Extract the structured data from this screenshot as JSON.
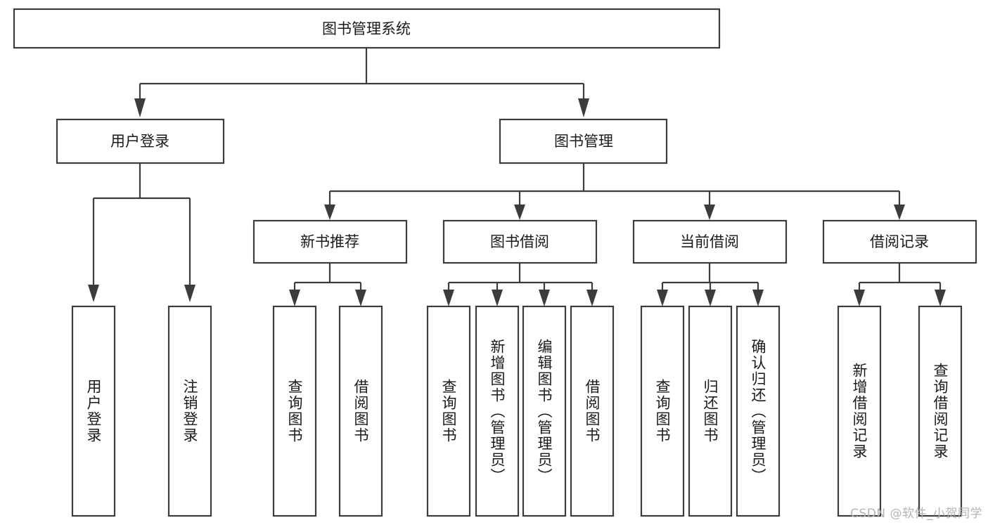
{
  "diagram": {
    "title": "图书管理系统",
    "watermark": "CSDN @软件_小贺同学",
    "line_color": "#3c3c3c",
    "box_fill": "#ffffff",
    "text_color": "#1a1a1a",
    "root": {
      "label": "图书管理系统"
    },
    "level1": [
      {
        "label": "用户登录"
      },
      {
        "label": "图书管理"
      }
    ],
    "level2": [
      {
        "label": "新书推荐"
      },
      {
        "label": "图书借阅"
      },
      {
        "label": "当前借阅"
      },
      {
        "label": "借阅记录"
      }
    ],
    "leaves": {
      "user_login": [
        {
          "label": "用户登录"
        },
        {
          "label": "注销登录"
        }
      ],
      "new_book_recommend": [
        {
          "label": "查询图书"
        },
        {
          "label": "借阅图书"
        }
      ],
      "book_borrow": [
        {
          "label": "查询图书"
        },
        {
          "label": "新增图书（管理员）"
        },
        {
          "label": "编辑图书（管理员）"
        },
        {
          "label": "借阅图书"
        }
      ],
      "current_borrow": [
        {
          "label": "查询图书"
        },
        {
          "label": "归还图书"
        },
        {
          "label": "确认归还（管理员）"
        }
      ],
      "borrow_record": [
        {
          "label": "新增借阅记录"
        },
        {
          "label": "查询借阅记录"
        }
      ]
    }
  }
}
